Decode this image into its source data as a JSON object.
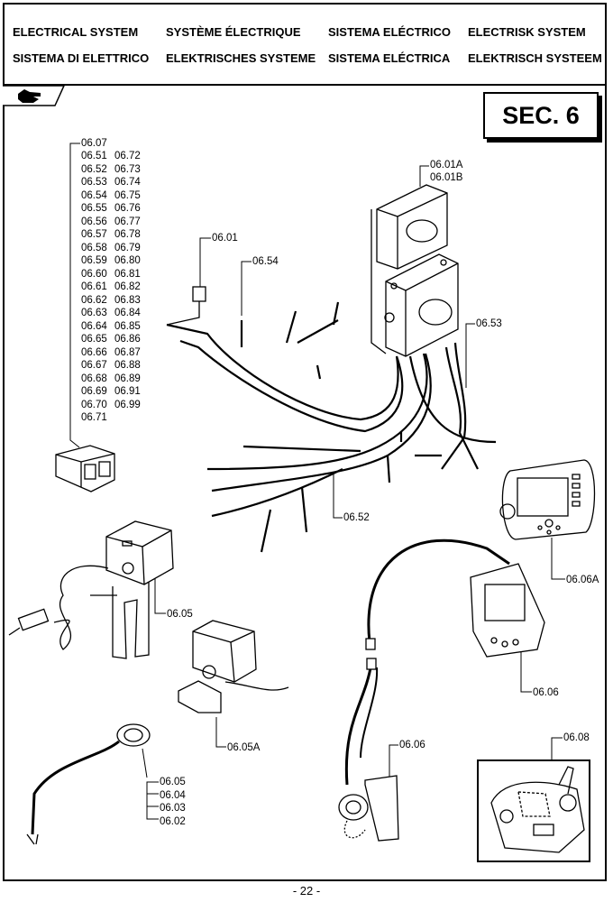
{
  "header": {
    "titles": [
      "ELECTRICAL SYSTEM",
      "SYSTÈME ÉLECTRIQUE",
      "SISTEMA ELÉCTRICO",
      "ELECTRISK SYSTEM",
      "SISTEMA DI ELETTRICO",
      "ELEKTRISCHES SYSTEME",
      "SISTEMA ELÉCTRICA",
      "ELEKTRISCH SYSTEEM"
    ],
    "section": "SEC. 6"
  },
  "icons": {
    "tab_icon": "hand-pointer-icon"
  },
  "refs": {
    "list_first": "06.07",
    "list_col1": [
      "06.51",
      "06.52",
      "06.53",
      "06.54",
      "06.55",
      "06.56",
      "06.57",
      "06.58",
      "06.59",
      "06.60",
      "06.61",
      "06.62",
      "06.63",
      "06.64",
      "06.65",
      "06.66",
      "06.67",
      "06.68",
      "06.69",
      "06.70",
      "06.71"
    ],
    "list_col2": [
      "06.72",
      "06.73",
      "06.74",
      "06.75",
      "06.76",
      "06.77",
      "06.78",
      "06.79",
      "06.80",
      "06.81",
      "06.82",
      "06.83",
      "06.84",
      "06.85",
      "06.86",
      "06.87",
      "06.88",
      "06.89",
      "06.91",
      "06.99"
    ],
    "r0601A": "06.01A",
    "r0601B": "06.01B",
    "r0601": "06.01",
    "r0654": "06.54",
    "r0653": "06.53",
    "r0652": "06.52",
    "r0606A": "06.06A",
    "r0605": "06.05",
    "r0606": "06.06",
    "r0605A": "06.05A",
    "r0606b": "06.06",
    "r0608": "06.08",
    "bottom_list": [
      "06.05",
      "06.04",
      "06.03",
      "06.02"
    ]
  },
  "footer": {
    "page": "- 22 -"
  }
}
